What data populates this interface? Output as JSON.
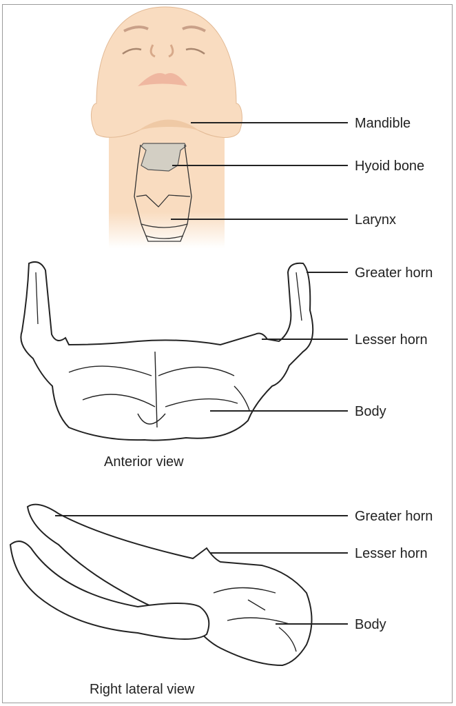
{
  "head_labels": {
    "mandible": "Mandible",
    "hyoid_bone": "Hyoid bone",
    "larynx": "Larynx"
  },
  "anterior": {
    "greater_horn": "Greater horn",
    "lesser_horn": "Lesser horn",
    "body": "Body",
    "caption": "Anterior view"
  },
  "lateral": {
    "greater_horn": "Greater horn",
    "lesser_horn": "Lesser horn",
    "body": "Body",
    "caption": "Right lateral view"
  },
  "colors": {
    "skin": "#f9dcc0",
    "skin_shadow": "#efc9a5",
    "hyoid": "#d3cfc4",
    "line": "#222222"
  }
}
